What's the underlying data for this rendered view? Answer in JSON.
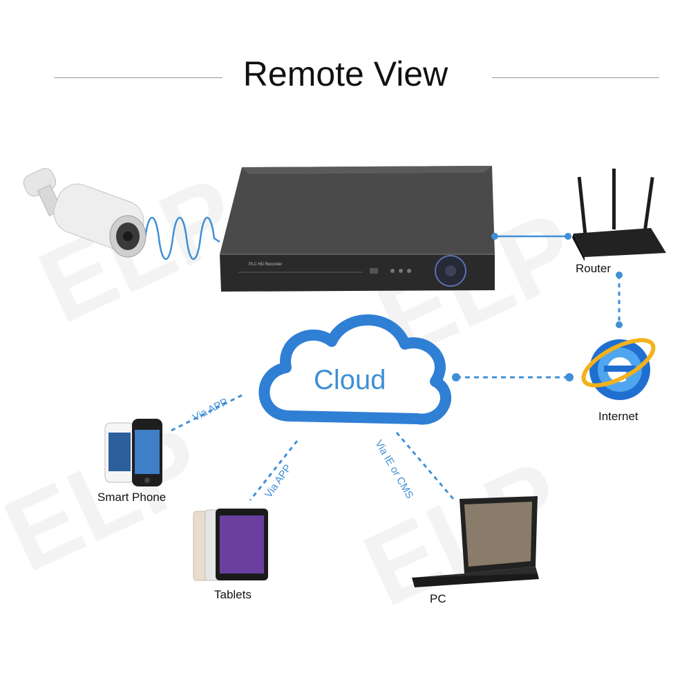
{
  "title": "Remote View",
  "nodes": {
    "dvr_label": "PLC HD Recorder",
    "router": "Router",
    "internet": "Internet",
    "cloud": "Cloud",
    "smart_phone": "Smart Phone",
    "tablets": "Tablets",
    "pc": "PC"
  },
  "links": {
    "phone": "Via APP",
    "tablet": "Via APP",
    "pc": "Via IE or CMS"
  },
  "watermark": "ELP",
  "colors": {
    "link": "#3f8fd6",
    "cloud": "#2f7fd4",
    "device": "#2a2a2a"
  }
}
